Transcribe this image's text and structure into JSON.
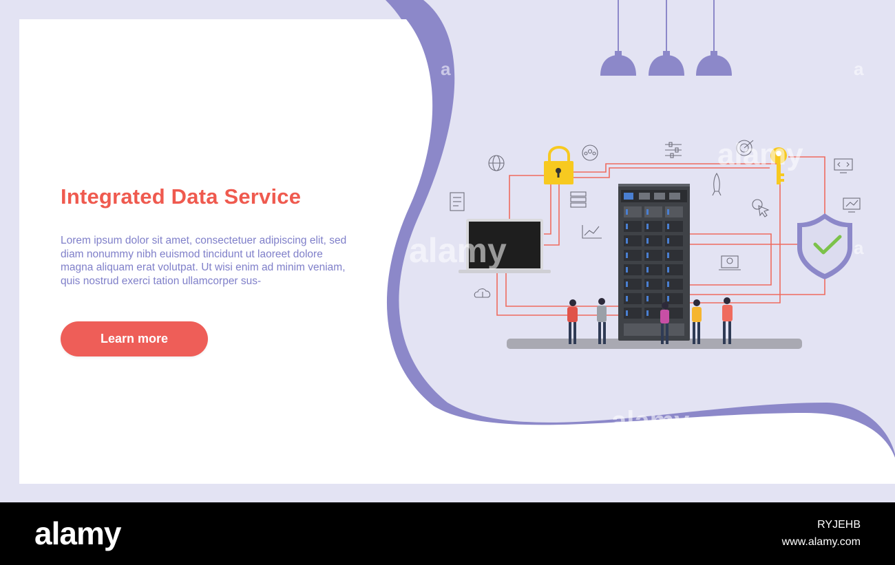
{
  "hero": {
    "title": "Integrated Data Service",
    "body": "Lorem ipsum dolor sit amet, consectetuer adipiscing elit, sed diam nonummy nibh euismod tincidunt ut laoreet dolore magna aliquam erat volutpat. Ut wisi enim ad minim veniam, quis nostrud exerci tation ullamcorper sus-",
    "cta_label": "Learn more"
  },
  "watermark": {
    "word": "alamy",
    "letter": "a"
  },
  "footer": {
    "logo": "alamy",
    "image_id": "RYJEHB",
    "url": "www.alamy.com"
  },
  "icons": {
    "lamps": [
      "pendant-lamp-icon",
      "pendant-lamp-icon",
      "pendant-lamp-icon"
    ],
    "padlock": "padlock-icon",
    "key": "key-icon",
    "shield": "shield-check-icon",
    "laptop": "laptop-icon",
    "server": "server-rack-icon",
    "small": [
      "globe-icon",
      "team-target-icon",
      "sliders-icon",
      "target-icon",
      "code-monitor-icon",
      "document-icon",
      "server-stack-icon",
      "rocket-icon",
      "cursor-click-icon",
      "chart-monitor-icon",
      "line-chart-icon",
      "certificate-laptop-icon",
      "cloud-download-icon"
    ]
  },
  "colors": {
    "background": "#e3e3f3",
    "accent_purple": "#8c88c9",
    "title_red": "#ef5a4f",
    "body_text": "#7f7fc9",
    "button": "#ee5e58",
    "connector": "#ef6b5e",
    "lock_yellow": "#f7c920",
    "shield_fill": "#dcdcef",
    "check_green": "#7cc24a",
    "server_dark": "#3f4247",
    "floor": "#a9a9b2",
    "footer": "#000000"
  }
}
